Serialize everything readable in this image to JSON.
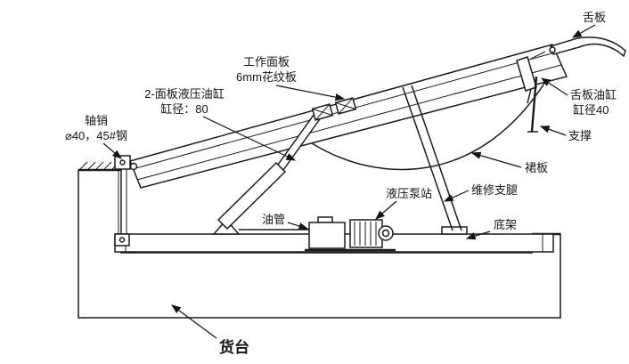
{
  "diagram": {
    "background": "#ffffff",
    "line_color": "#1b1b1b",
    "labels": {
      "tongue_plate": "舌板",
      "work_panel_line1": "工作面板",
      "work_panel_line2": "6mm花纹板",
      "panel_cylinder_line1": "2-面板液压油缸",
      "panel_cylinder_line2": "缸径：80",
      "axle_pin_line1": "轴销",
      "axle_pin_line2": "⌀40，45#钢",
      "tongue_cylinder_line1": "舌板油缸",
      "tongue_cylinder_line2": "缸径40",
      "support": "支撑",
      "skirt_plate": "裙板",
      "maintenance_leg": "维修支腿",
      "pump_station": "液压泵站",
      "oil_pipe": "油管",
      "bottom_frame": "底架",
      "dock_platform": "货台"
    }
  }
}
